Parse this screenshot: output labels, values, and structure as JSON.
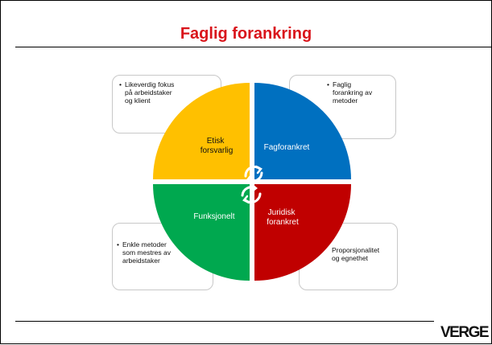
{
  "title": "Faglig forankring",
  "logo": "VERGE",
  "colors": {
    "title": "#d9141b",
    "etisk": "#ffc000",
    "fag": "#0070c0",
    "funksjonelt": "#00a84f",
    "juridisk": "#c00000",
    "note_border": "#c8c8c8"
  },
  "quadrants": {
    "etisk": [
      "Etisk",
      "forsvarlig"
    ],
    "fag": [
      "Fagforankret"
    ],
    "funksjonelt": [
      "Funksjonelt"
    ],
    "juridisk": [
      "Juridisk",
      "forankret"
    ]
  },
  "notes": {
    "tl": {
      "bullet": "•",
      "lines": [
        "Likeverdig fokus",
        "på arbeidstaker",
        "og klient"
      ]
    },
    "tr": {
      "bullet": "•",
      "lines": [
        "Faglig",
        "forankring av",
        "metoder"
      ]
    },
    "bl": {
      "bullet": "•",
      "lines": [
        "Enkle metoder",
        "som mestres av",
        "arbeidstaker"
      ]
    },
    "br": {
      "bullet": "",
      "lines": [
        "Proporsjonalitet",
        "og egnethet"
      ]
    }
  },
  "icons": [
    "cycle-arrows-icon",
    "cycle-arrows-icon"
  ]
}
